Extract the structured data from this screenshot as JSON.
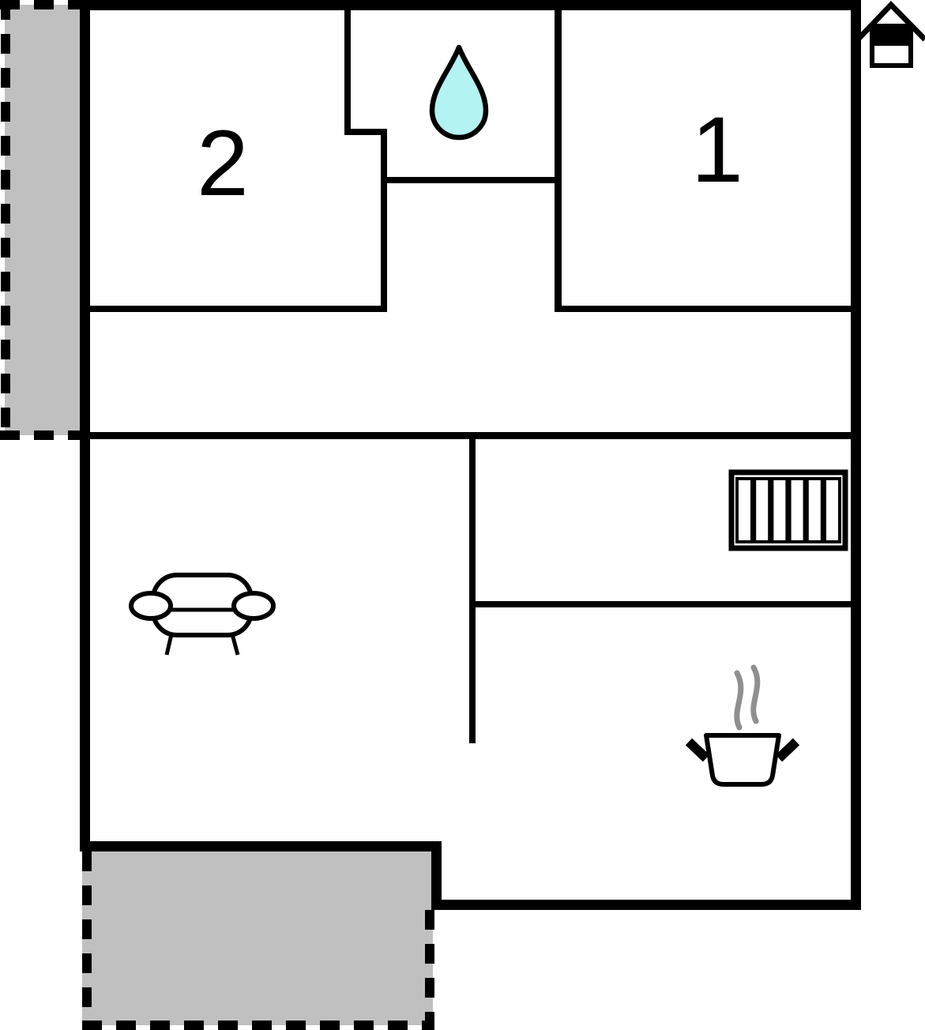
{
  "plan": {
    "room_labels": [
      {
        "id": "room-2",
        "label": "2"
      },
      {
        "id": "room-1",
        "label": "1"
      }
    ],
    "icons": [
      {
        "name": "house-icon"
      },
      {
        "name": "water-drop-icon"
      },
      {
        "name": "radiator-icon"
      },
      {
        "name": "sofa-icon"
      },
      {
        "name": "cooking-pot-icon"
      },
      {
        "name": "steam-icon"
      }
    ]
  },
  "colors": {
    "background": "#ffffff",
    "wall": "#000000",
    "terrace": "#c0c0c0",
    "water_drop": "#b3f3f2",
    "steam": "#8f8f8f"
  }
}
